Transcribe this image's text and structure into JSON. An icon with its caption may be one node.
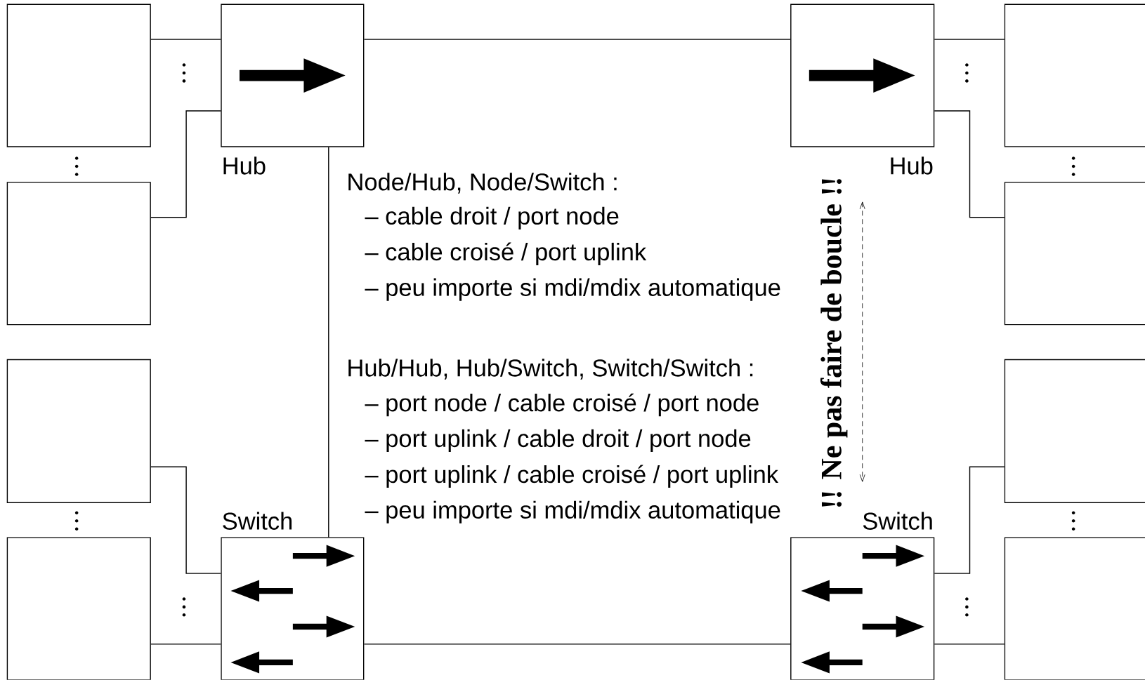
{
  "diagram": {
    "nodes": [
      {
        "text": [],
        "shape": "box"
      },
      {
        "text": [],
        "shape": "box"
      },
      {
        "text": [],
        "shape": "box"
      },
      {
        "text": [],
        "shape": "box"
      },
      {
        "text": [
          "Hub"
        ]
      },
      {
        "text": [
          "Switch"
        ]
      },
      {
        "text": [
          "Hub"
        ]
      },
      {
        "text": [
          "Switch"
        ]
      },
      {
        "text": [],
        "shape": "box"
      },
      {
        "text": [],
        "shape": "box"
      },
      {
        "text": [],
        "shape": "box"
      },
      {
        "text": [],
        "shape": "box"
      }
    ],
    "edges": [
      {
        "from": 0,
        "to": 4,
        "arrow": "none"
      },
      {
        "from": 1,
        "to": 4,
        "arrow": "none"
      },
      {
        "from": 4,
        "to": 6,
        "arrow": "none"
      },
      {
        "from": 4,
        "to": 5,
        "arrow": "none"
      },
      {
        "from": 6,
        "to": 8,
        "arrow": "none"
      },
      {
        "from": 6,
        "to": 9,
        "arrow": "none"
      },
      {
        "from": 6,
        "to": 7,
        "arrow": "both",
        "style": "dashed"
      },
      {
        "from": 2,
        "to": 5,
        "arrow": "none"
      },
      {
        "from": 3,
        "to": 5,
        "arrow": "none"
      },
      {
        "from": 5,
        "to": 7,
        "arrow": "none"
      },
      {
        "from": 7,
        "to": 10,
        "arrow": "none"
      },
      {
        "from": 7,
        "to": 11,
        "arrow": "none"
      }
    ],
    "labels": [
      "Node/Hub, Node/Switch :",
      "– cable droit / port node",
      "– cable croisé / port uplink",
      "– peu importe si mdi/mdix automatique",
      "Hub/Hub, Hub/Switch, Switch/Switch :",
      "– port node / cable croisé / port node",
      "– port uplink / cable droit / port node",
      "– port uplink / cable croisé / port uplink",
      "– peu importe si mdi/mdix automatique",
      "!! Ne pas faire de boucle !!"
    ]
  }
}
